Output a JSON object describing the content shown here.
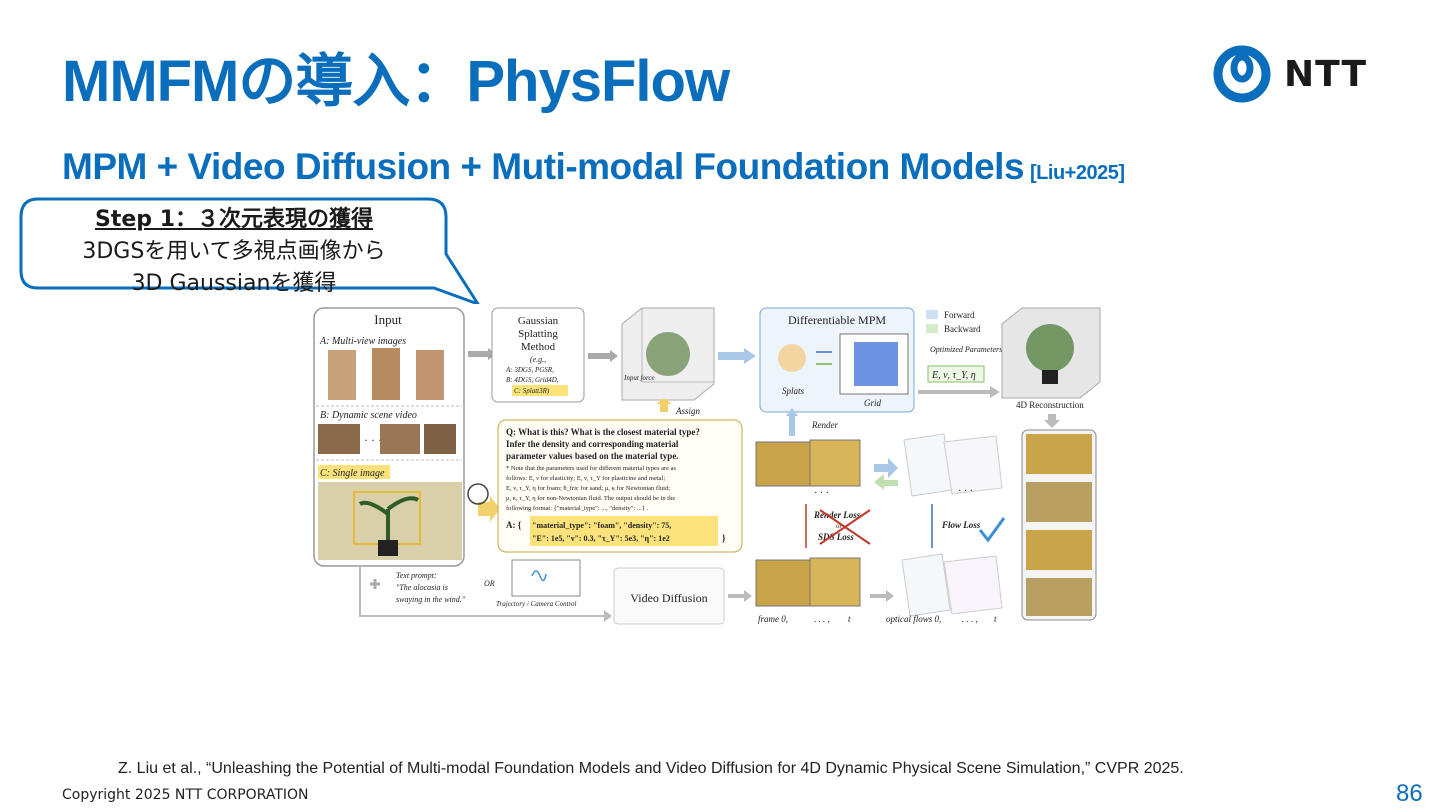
{
  "slide": {
    "title": "MMFMの導入：PhysFlow",
    "subtitle": "MPM + Video Diffusion + Muti-modal Foundation Models",
    "citation": "[Liu+2025]",
    "page_number": "86",
    "copyright": "Copyright 2025 NTT CORPORATION",
    "footnote": "Z. Liu et al., “Unleashing the Potential of Multi-modal Foundation Models and Video Diffusion for 4D Dynamic Physical Scene Simulation,” CVPR 2025."
  },
  "logo": {
    "text": "NTT",
    "color": "#0a6ebd"
  },
  "callout": {
    "step_label": "Step 1：３次元表現の獲得",
    "line1": "3DGSを用いて多視点画像から",
    "line2": "3D Gaussianを獲得"
  },
  "figure": {
    "input_title": "Input",
    "input_a": "A: Multi-view images",
    "input_b": "B: Dynamic scene video",
    "input_c": "C: Single image",
    "gs_title1": "Gaussian",
    "gs_title2": "Splatting",
    "gs_title3": "Method",
    "gs_eg": "(e.g.,",
    "gs_a": "A: 3DGS, PGSR,",
    "gs_b": "B: 4DGS, Grid4D,",
    "gs_c": "C: Splatt3R)",
    "input_force": "Input force",
    "assign": "Assign",
    "mpm_title": "Differentiable MPM",
    "splats": "Splats",
    "grid": "Grid",
    "forward": "Forward",
    "backward": "Backward",
    "optimized": "Optimized Parameters:",
    "params": "E, ν, τ_Y, η",
    "recon": "4D Reconstruction",
    "render": "Render",
    "q_text1": "Q: What is this? What is the closest material type?",
    "q_text2": "Infer the density and corresponding material",
    "q_text3": "parameter values based on the material type.",
    "note1": "* Note that the parameters used for different material types are as",
    "note2": "follows: E, ν for elasticity; E, ν, τ_Y for plasticine and metal;",
    "note3": "E, ν, τ_Y, η for foam; θ_fric for sand; μ, κ for Newtonian fluid;",
    "note4": "μ, κ, τ_Y, η for non-Newtonian fluid. The output should be in the",
    "note5": "following format: {\"material_type\": ..., \"density\": ...} .",
    "answer_label": "A: {",
    "answer1": "\"material_type\": \"foam\", \"density\": 75,",
    "answer2": "\"E\": 1e5, \"ν\": 0.3, \"τ_Y\": 5e3, \"η\": 1e2",
    "answer_close": "}",
    "render_loss": "Render Loss",
    "or_small": "or",
    "sds_loss": "SDS Loss",
    "flow_loss": "Flow Loss",
    "text_prompt": "Text prompt:",
    "prompt1": "\"The alocasia is",
    "prompt2": "swaying in the wind.\"",
    "or_label": "OR",
    "trajectory": "Trajectory / Camera Control",
    "video_diffusion": "Video Diffusion",
    "frames": "frame 0,",
    "dots": ". . . ,",
    "t": "t",
    "flows": "optical flows 0,",
    "ellipsis": "· · ·"
  }
}
